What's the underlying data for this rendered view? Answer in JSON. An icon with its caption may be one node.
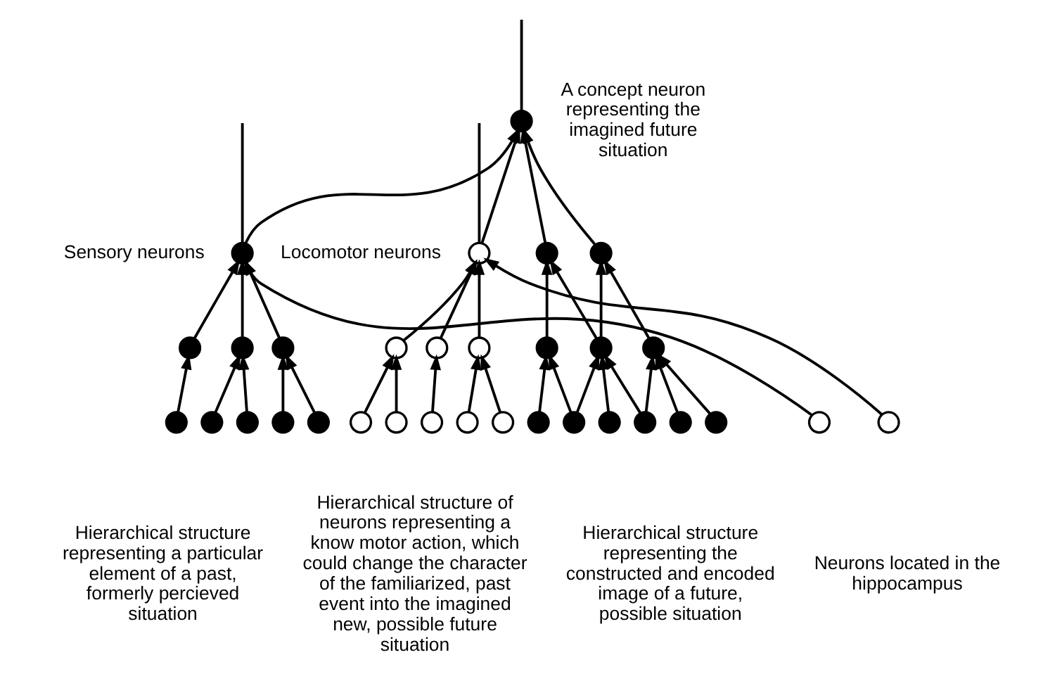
{
  "diagram": {
    "nodes": [
      {
        "text": [],
        "shape": "circle",
        "beside": [
          "Sensory neurons"
        ]
      },
      {
        "text": [],
        "shape": "circle"
      },
      {
        "text": [],
        "shape": "circle"
      },
      {
        "text": [],
        "shape": "circle"
      },
      {
        "text": [],
        "shape": "circle"
      },
      {
        "text": [],
        "shape": "circle"
      },
      {
        "text": [],
        "shape": "circle"
      },
      {
        "text": [],
        "shape": "circle"
      },
      {
        "text": [],
        "shape": "circle"
      },
      {
        "text": [],
        "shape": "circle",
        "beside": [
          "Locomotor neurons"
        ]
      },
      {
        "text": [],
        "shape": "circle"
      },
      {
        "text": [],
        "shape": "circle"
      },
      {
        "text": [],
        "shape": "circle"
      },
      {
        "text": [],
        "shape": "circle"
      },
      {
        "text": [],
        "shape": "circle"
      },
      {
        "text": [],
        "shape": "circle"
      },
      {
        "text": [],
        "shape": "circle"
      },
      {
        "text": [],
        "shape": "circle"
      },
      {
        "text": [],
        "shape": "circle",
        "beside": [
          "A concept neuron representing the imagined future situation"
        ]
      },
      {
        "text": [],
        "shape": "circle"
      },
      {
        "text": [],
        "shape": "circle"
      },
      {
        "text": [],
        "shape": "circle"
      },
      {
        "text": [],
        "shape": "circle"
      },
      {
        "text": [],
        "shape": "circle"
      },
      {
        "text": [],
        "shape": "circle"
      },
      {
        "text": [],
        "shape": "circle"
      },
      {
        "text": [],
        "shape": "circle"
      },
      {
        "text": [],
        "shape": "circle"
      },
      {
        "text": [],
        "shape": "circle"
      },
      {
        "text": [],
        "shape": "circle"
      },
      {
        "text": [],
        "shape": "circle"
      },
      {
        "text": [],
        "shape": "circle"
      }
    ],
    "edges": [
      {
        "from": 0,
        "to": null,
        "arrow": "none"
      },
      {
        "from": 4,
        "to": 1,
        "arrow": "to"
      },
      {
        "from": 5,
        "to": 2,
        "arrow": "to"
      },
      {
        "from": 6,
        "to": 2,
        "arrow": "to"
      },
      {
        "from": 7,
        "to": 3,
        "arrow": "to"
      },
      {
        "from": 8,
        "to": 3,
        "arrow": "to"
      },
      {
        "from": 1,
        "to": 0,
        "arrow": "to"
      },
      {
        "from": 2,
        "to": 0,
        "arrow": "to"
      },
      {
        "from": 3,
        "to": 0,
        "arrow": "to"
      },
      {
        "from": 9,
        "to": null,
        "arrow": "none"
      },
      {
        "from": 13,
        "to": 10,
        "arrow": "to"
      },
      {
        "from": 14,
        "to": 10,
        "arrow": "to"
      },
      {
        "from": 15,
        "to": 11,
        "arrow": "to"
      },
      {
        "from": 16,
        "to": 12,
        "arrow": "to"
      },
      {
        "from": 17,
        "to": 12,
        "arrow": "to"
      },
      {
        "from": 10,
        "to": 9,
        "arrow": "to"
      },
      {
        "from": 11,
        "to": 9,
        "arrow": "to"
      },
      {
        "from": 12,
        "to": 9,
        "arrow": "to"
      },
      {
        "from": 18,
        "to": null,
        "arrow": "none"
      },
      {
        "from": 24,
        "to": 21,
        "arrow": "to"
      },
      {
        "from": 25,
        "to": 21,
        "arrow": "to"
      },
      {
        "from": 25,
        "to": 22,
        "arrow": "to"
      },
      {
        "from": 26,
        "to": 22,
        "arrow": "to"
      },
      {
        "from": 27,
        "to": 22,
        "arrow": "to"
      },
      {
        "from": 27,
        "to": 23,
        "arrow": "to"
      },
      {
        "from": 28,
        "to": 23,
        "arrow": "to"
      },
      {
        "from": 29,
        "to": 23,
        "arrow": "to"
      },
      {
        "from": 21,
        "to": 19,
        "arrow": "to"
      },
      {
        "from": 22,
        "to": 19,
        "arrow": "to"
      },
      {
        "from": 22,
        "to": 20,
        "arrow": "to"
      },
      {
        "from": 23,
        "to": 20,
        "arrow": "to"
      },
      {
        "from": 19,
        "to": 18,
        "arrow": "to"
      },
      {
        "from": 20,
        "to": 18,
        "arrow": "to"
      },
      {
        "from": 0,
        "to": 18,
        "arrow": "to"
      },
      {
        "from": 9,
        "to": 18,
        "arrow": "to"
      },
      {
        "from": 30,
        "to": 0,
        "arrow": "to"
      },
      {
        "from": 31,
        "to": 9,
        "arrow": "to"
      }
    ],
    "labels": [
      "Hierarchical structure representing a particular element of a past, formerly percieved situation",
      "Hierarchical structure of neurons representing a know motor action, which could change the character of the familiarized, past event into the imagined new, possible future situation",
      "Hierarchical structure representing the constructed and encoded image of a future, possible situation",
      "Neurons located in the hippocampus"
    ]
  }
}
